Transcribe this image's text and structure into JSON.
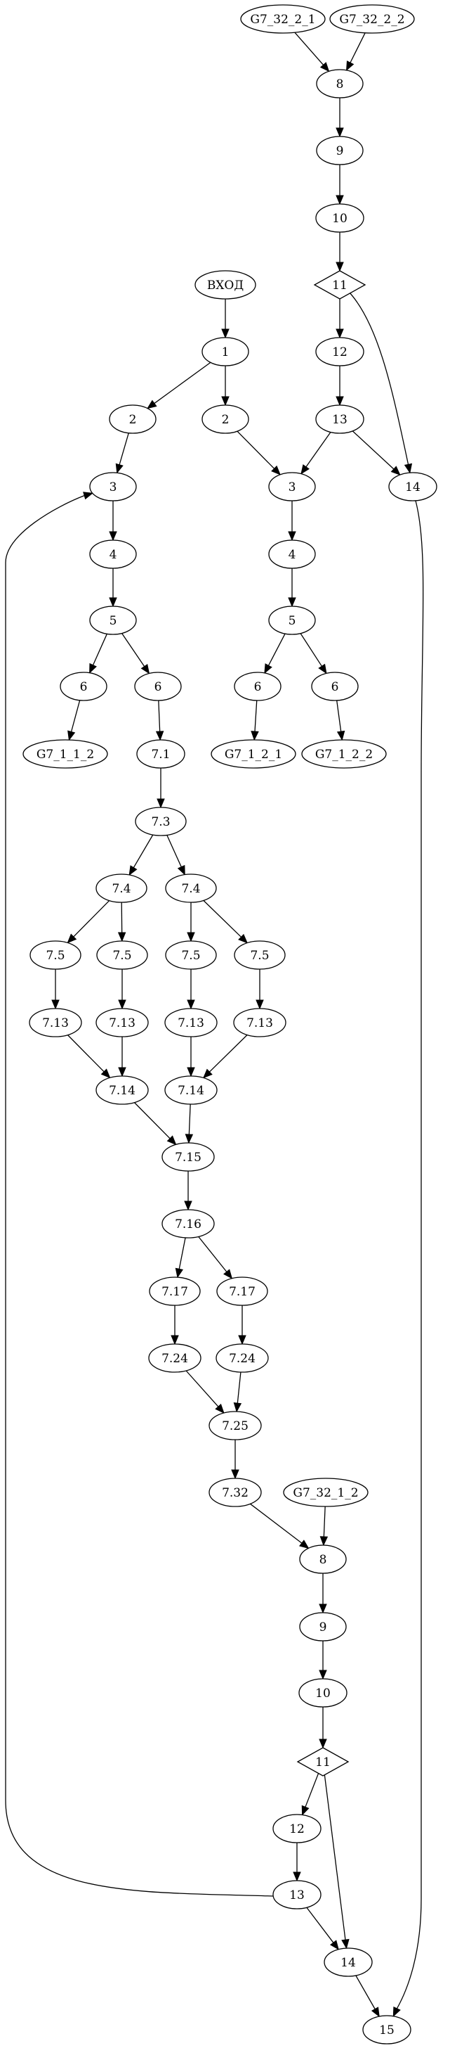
{
  "diagram": {
    "nodes": [
      {
        "id": "top_g7_32_2_1",
        "label": "G7_32_2_1",
        "shape": "ellipse"
      },
      {
        "id": "top_g7_32_2_2",
        "label": "G7_32_2_2",
        "shape": "ellipse"
      },
      {
        "id": "r_8",
        "label": "8",
        "shape": "ellipse"
      },
      {
        "id": "r_9",
        "label": "9",
        "shape": "ellipse"
      },
      {
        "id": "r_10",
        "label": "10",
        "shape": "ellipse"
      },
      {
        "id": "r_11",
        "label": "11",
        "shape": "diamond"
      },
      {
        "id": "r_12",
        "label": "12",
        "shape": "ellipse"
      },
      {
        "id": "r_13",
        "label": "13",
        "shape": "ellipse"
      },
      {
        "id": "r_14",
        "label": "14",
        "shape": "ellipse"
      },
      {
        "id": "entry",
        "label": "ВХОД",
        "shape": "ellipse"
      },
      {
        "id": "n_1",
        "label": "1",
        "shape": "ellipse"
      },
      {
        "id": "l_2",
        "label": "2",
        "shape": "ellipse"
      },
      {
        "id": "m_2",
        "label": "2",
        "shape": "ellipse"
      },
      {
        "id": "l_3",
        "label": "3",
        "shape": "ellipse"
      },
      {
        "id": "m_3",
        "label": "3",
        "shape": "ellipse"
      },
      {
        "id": "l_4",
        "label": "4",
        "shape": "ellipse"
      },
      {
        "id": "m_4",
        "label": "4",
        "shape": "ellipse"
      },
      {
        "id": "l_5",
        "label": "5",
        "shape": "ellipse"
      },
      {
        "id": "m_5",
        "label": "5",
        "shape": "ellipse"
      },
      {
        "id": "l_6a",
        "label": "6",
        "shape": "ellipse"
      },
      {
        "id": "l_6b",
        "label": "6",
        "shape": "ellipse"
      },
      {
        "id": "m_6a",
        "label": "6",
        "shape": "ellipse"
      },
      {
        "id": "m_6b",
        "label": "6",
        "shape": "ellipse"
      },
      {
        "id": "g7_1_1_2",
        "label": "G7_1_1_2",
        "shape": "ellipse"
      },
      {
        "id": "n_7_1",
        "label": "7.1",
        "shape": "ellipse"
      },
      {
        "id": "g7_1_2_1",
        "label": "G7_1_2_1",
        "shape": "ellipse"
      },
      {
        "id": "g7_1_2_2",
        "label": "G7_1_2_2",
        "shape": "ellipse"
      },
      {
        "id": "n_7_3",
        "label": "7.3",
        "shape": "ellipse"
      },
      {
        "id": "n_7_4a",
        "label": "7.4",
        "shape": "ellipse"
      },
      {
        "id": "n_7_4b",
        "label": "7.4",
        "shape": "ellipse"
      },
      {
        "id": "n_7_5a",
        "label": "7.5",
        "shape": "ellipse"
      },
      {
        "id": "n_7_5b",
        "label": "7.5",
        "shape": "ellipse"
      },
      {
        "id": "n_7_5c",
        "label": "7.5",
        "shape": "ellipse"
      },
      {
        "id": "n_7_5d",
        "label": "7.5",
        "shape": "ellipse"
      },
      {
        "id": "n_7_13a",
        "label": "7.13",
        "shape": "ellipse"
      },
      {
        "id": "n_7_13b",
        "label": "7.13",
        "shape": "ellipse"
      },
      {
        "id": "n_7_13c",
        "label": "7.13",
        "shape": "ellipse"
      },
      {
        "id": "n_7_13d",
        "label": "7.13",
        "shape": "ellipse"
      },
      {
        "id": "n_7_14a",
        "label": "7.14",
        "shape": "ellipse"
      },
      {
        "id": "n_7_14b",
        "label": "7.14",
        "shape": "ellipse"
      },
      {
        "id": "n_7_15",
        "label": "7.15",
        "shape": "ellipse"
      },
      {
        "id": "n_7_16",
        "label": "7.16",
        "shape": "ellipse"
      },
      {
        "id": "n_7_17a",
        "label": "7.17",
        "shape": "ellipse"
      },
      {
        "id": "n_7_17b",
        "label": "7.17",
        "shape": "ellipse"
      },
      {
        "id": "n_7_24a",
        "label": "7.24",
        "shape": "ellipse"
      },
      {
        "id": "n_7_24b",
        "label": "7.24",
        "shape": "ellipse"
      },
      {
        "id": "n_7_25",
        "label": "7.25",
        "shape": "ellipse"
      },
      {
        "id": "n_7_32",
        "label": "7.32",
        "shape": "ellipse"
      },
      {
        "id": "g7_32_1_2",
        "label": "G7_32_1_2",
        "shape": "ellipse"
      },
      {
        "id": "b_8",
        "label": "8",
        "shape": "ellipse"
      },
      {
        "id": "b_9",
        "label": "9",
        "shape": "ellipse"
      },
      {
        "id": "b_10",
        "label": "10",
        "shape": "ellipse"
      },
      {
        "id": "b_11",
        "label": "11",
        "shape": "diamond"
      },
      {
        "id": "b_12",
        "label": "12",
        "shape": "ellipse"
      },
      {
        "id": "b_13",
        "label": "13",
        "shape": "ellipse"
      },
      {
        "id": "b_14",
        "label": "14",
        "shape": "ellipse"
      },
      {
        "id": "n_15",
        "label": "15",
        "shape": "ellipse"
      }
    ],
    "edges": [
      {
        "from": "top_g7_32_2_1",
        "to": "r_8"
      },
      {
        "from": "top_g7_32_2_2",
        "to": "r_8"
      },
      {
        "from": "r_8",
        "to": "r_9"
      },
      {
        "from": "r_9",
        "to": "r_10"
      },
      {
        "from": "r_10",
        "to": "r_11"
      },
      {
        "from": "r_11",
        "to": "r_12"
      },
      {
        "from": "r_11",
        "to": "r_14"
      },
      {
        "from": "r_12",
        "to": "r_13"
      },
      {
        "from": "r_13",
        "to": "m_3"
      },
      {
        "from": "r_13",
        "to": "r_14"
      },
      {
        "from": "r_14",
        "to": "n_15"
      },
      {
        "from": "entry",
        "to": "n_1"
      },
      {
        "from": "n_1",
        "to": "l_2"
      },
      {
        "from": "n_1",
        "to": "m_2"
      },
      {
        "from": "l_2",
        "to": "l_3"
      },
      {
        "from": "m_2",
        "to": "m_3"
      },
      {
        "from": "l_3",
        "to": "l_4"
      },
      {
        "from": "m_3",
        "to": "m_4"
      },
      {
        "from": "l_4",
        "to": "l_5"
      },
      {
        "from": "m_4",
        "to": "m_5"
      },
      {
        "from": "l_5",
        "to": "l_6a"
      },
      {
        "from": "l_5",
        "to": "l_6b"
      },
      {
        "from": "m_5",
        "to": "m_6a"
      },
      {
        "from": "m_5",
        "to": "m_6b"
      },
      {
        "from": "l_6a",
        "to": "g7_1_1_2"
      },
      {
        "from": "l_6b",
        "to": "n_7_1"
      },
      {
        "from": "m_6a",
        "to": "g7_1_2_1"
      },
      {
        "from": "m_6b",
        "to": "g7_1_2_2"
      },
      {
        "from": "n_7_1",
        "to": "n_7_3"
      },
      {
        "from": "n_7_3",
        "to": "n_7_4a"
      },
      {
        "from": "n_7_3",
        "to": "n_7_4b"
      },
      {
        "from": "n_7_4a",
        "to": "n_7_5a"
      },
      {
        "from": "n_7_4a",
        "to": "n_7_5b"
      },
      {
        "from": "n_7_4b",
        "to": "n_7_5c"
      },
      {
        "from": "n_7_4b",
        "to": "n_7_5d"
      },
      {
        "from": "n_7_5a",
        "to": "n_7_13a"
      },
      {
        "from": "n_7_5b",
        "to": "n_7_13b"
      },
      {
        "from": "n_7_5c",
        "to": "n_7_13c"
      },
      {
        "from": "n_7_5d",
        "to": "n_7_13d"
      },
      {
        "from": "n_7_13a",
        "to": "n_7_14a"
      },
      {
        "from": "n_7_13b",
        "to": "n_7_14a"
      },
      {
        "from": "n_7_13c",
        "to": "n_7_14b"
      },
      {
        "from": "n_7_13d",
        "to": "n_7_14b"
      },
      {
        "from": "n_7_14a",
        "to": "n_7_15"
      },
      {
        "from": "n_7_14b",
        "to": "n_7_15"
      },
      {
        "from": "n_7_15",
        "to": "n_7_16"
      },
      {
        "from": "n_7_16",
        "to": "n_7_17a"
      },
      {
        "from": "n_7_16",
        "to": "n_7_17b"
      },
      {
        "from": "n_7_17a",
        "to": "n_7_24a"
      },
      {
        "from": "n_7_17b",
        "to": "n_7_24b"
      },
      {
        "from": "n_7_24a",
        "to": "n_7_25"
      },
      {
        "from": "n_7_24b",
        "to": "n_7_25"
      },
      {
        "from": "n_7_25",
        "to": "n_7_32"
      },
      {
        "from": "n_7_32",
        "to": "b_8"
      },
      {
        "from": "g7_32_1_2",
        "to": "b_8"
      },
      {
        "from": "b_8",
        "to": "b_9"
      },
      {
        "from": "b_9",
        "to": "b_10"
      },
      {
        "from": "b_10",
        "to": "b_11"
      },
      {
        "from": "b_11",
        "to": "b_12"
      },
      {
        "from": "b_11",
        "to": "b_14"
      },
      {
        "from": "b_12",
        "to": "b_13"
      },
      {
        "from": "b_13",
        "to": "b_14"
      },
      {
        "from": "b_13",
        "to": "l_3"
      },
      {
        "from": "b_14",
        "to": "n_15"
      }
    ]
  }
}
